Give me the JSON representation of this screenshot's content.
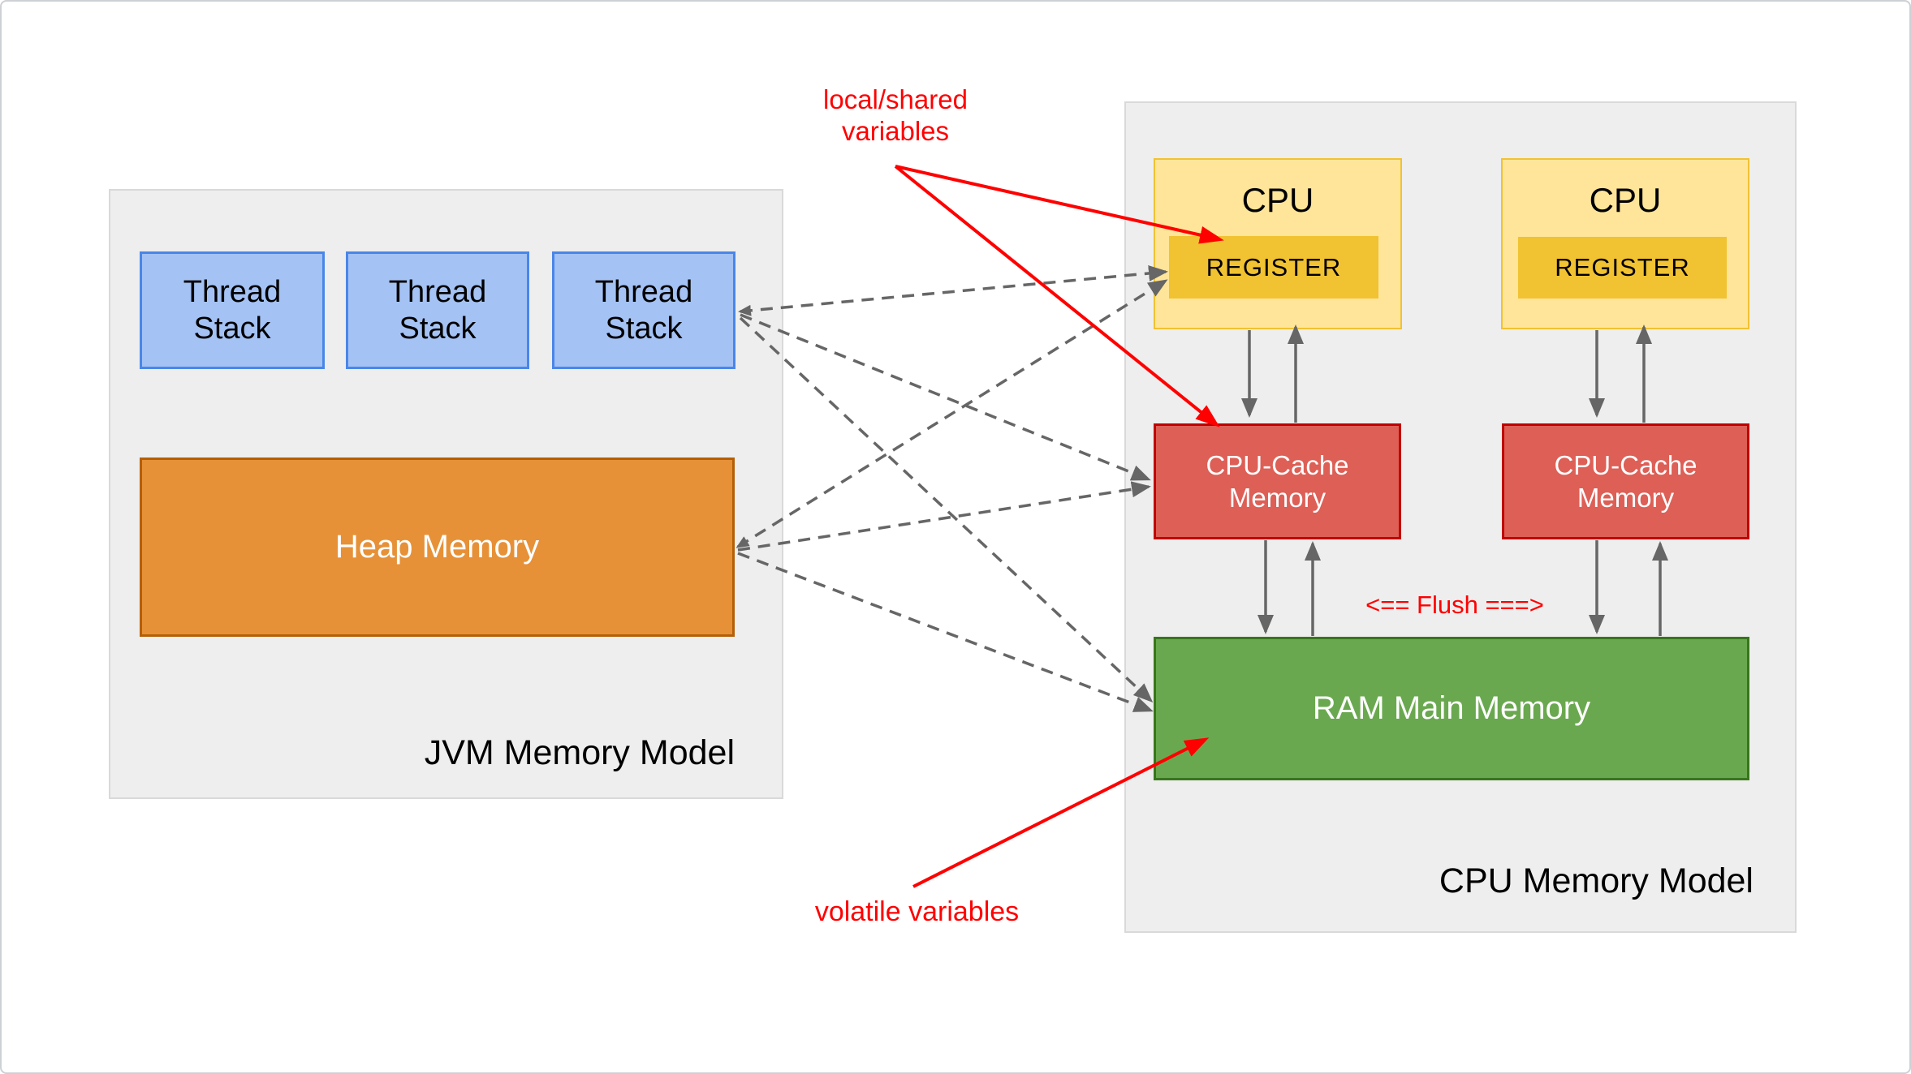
{
  "jvm_panel": {
    "label": "JVM Memory Model",
    "thread_stacks": [
      {
        "lines": [
          "Thread",
          "Stack"
        ]
      },
      {
        "lines": [
          "Thread",
          "Stack"
        ]
      },
      {
        "lines": [
          "Thread",
          "Stack"
        ]
      }
    ],
    "heap_label": "Heap Memory"
  },
  "cpu_panel": {
    "label": "CPU Memory Model",
    "cpu1_title": "CPU",
    "cpu1_register": "REGISTER",
    "cpu2_title": "CPU",
    "cpu2_register": "REGISTER",
    "cache1_lines": [
      "CPU-Cache",
      "Memory"
    ],
    "cache2_lines": [
      "CPU-Cache",
      "Memory"
    ],
    "ram_label": "RAM Main Memory",
    "flush_label": "<== Flush ===>"
  },
  "annotations": {
    "local_shared_lines": [
      "local/shared",
      "variables"
    ],
    "volatile_label": "volatile variables"
  },
  "colors": {
    "page_border": "#cdd0d4",
    "panel_bg": "#eeeeee",
    "panel_border": "#d9d9d9",
    "thread_fill": "#a4c2f4",
    "thread_border": "#4a86e8",
    "heap_fill": "#e69138",
    "heap_border": "#b45f06",
    "cpu_fill": "#ffe599",
    "cpu_border": "#f1c232",
    "register_fill": "#f1c232",
    "cache_fill": "#dd5f56",
    "cache_border": "#c00000",
    "ram_fill": "#6aa84f",
    "ram_border": "#38761d",
    "arrow_gray": "#666666",
    "annotation_red": "#ff0000",
    "text_dark": "#000000",
    "text_light": "#ffffff"
  }
}
